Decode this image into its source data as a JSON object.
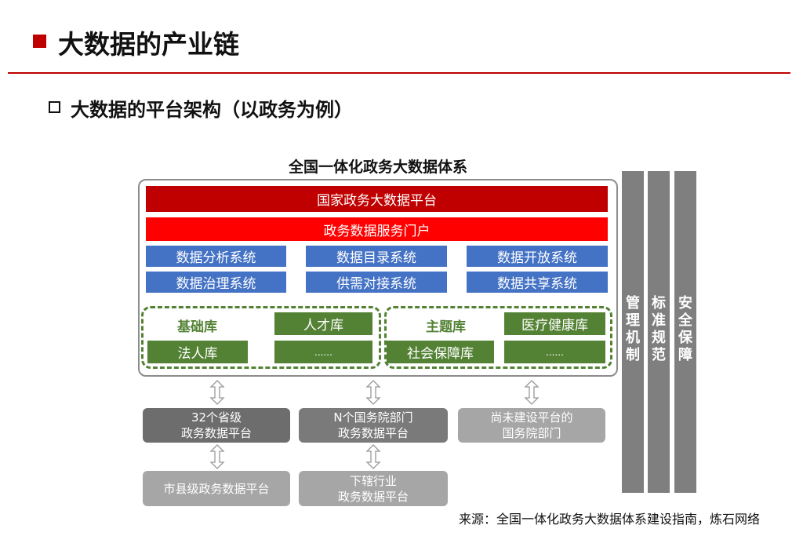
{
  "header": {
    "title": "大数据的产业链",
    "subtitle": "大数据的平台架构（以政务为例）"
  },
  "diagram": {
    "title": "全国一体化政务大数据体系",
    "platform": "国家政务大数据平台",
    "portal": "政务数据服务门户",
    "systems": [
      "数据分析系统",
      "数据目录系统",
      "数据开放系统",
      "数据治理系统",
      "供需对接系统",
      "数据共享系统"
    ],
    "basic": {
      "label": "基础库",
      "items": [
        "人才库",
        "法人库",
        "......"
      ]
    },
    "theme": {
      "label": "主题库",
      "items": [
        "医疗健康库",
        "社会保障库",
        "......"
      ]
    },
    "lower": [
      "32个省级\n政务数据平台",
      "N个国务院部门\n政务数据平台",
      "尚未建设平台的\n国务院部门",
      "市县级政务数据平台",
      "下辖行业\n政务数据平台"
    ],
    "side_bars": [
      "管理机制",
      "标准规范",
      "安全保障"
    ]
  },
  "source": "来源：全国一体化政务大数据体系建设指南，炼石网络",
  "colors": {
    "accent": "#c00000",
    "red": "#ff0000",
    "blue": "#4472c4",
    "green": "#548235",
    "gray": "#7f7f7f"
  }
}
